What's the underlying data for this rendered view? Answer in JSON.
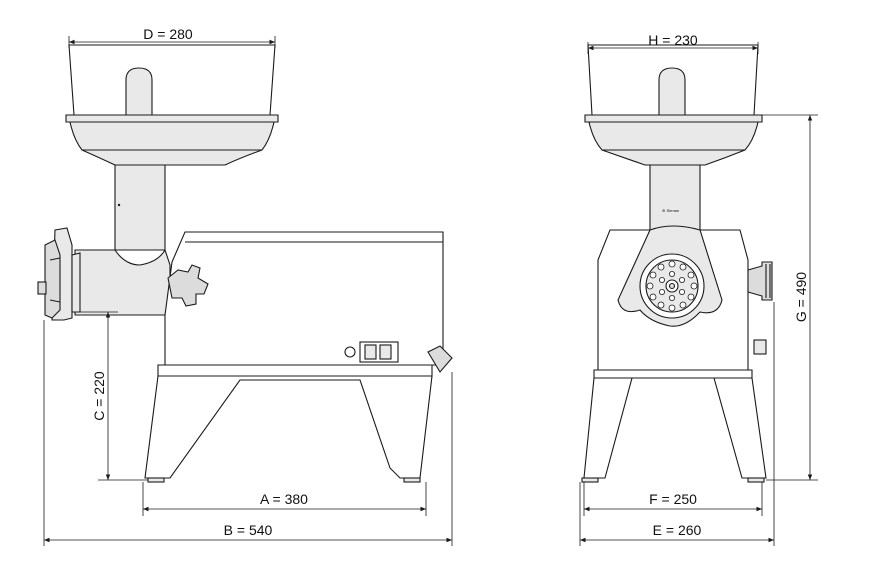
{
  "dimensions": {
    "a": "A = 380",
    "b": "B = 540",
    "c": "C = 220",
    "d": "D = 280",
    "e": "E = 260",
    "f": "F = 250",
    "g": "G = 490",
    "h": "H = 230"
  }
}
